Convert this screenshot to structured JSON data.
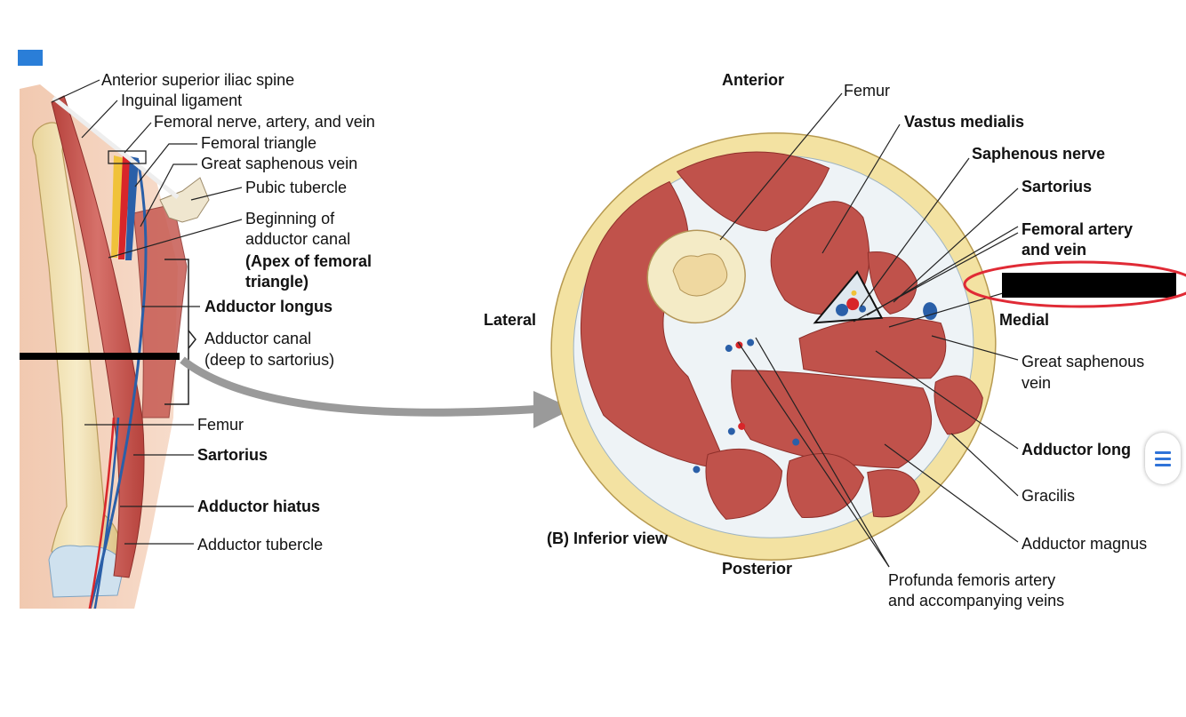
{
  "left_labels": {
    "asis": "Anterior superior iliac spine",
    "inguinal": "Inguinal ligament",
    "fnav": "Femoral nerve, artery, and vein",
    "ftri": "Femoral triangle",
    "gsv": "Great saphenous vein",
    "pubic": "Pubic tubercle",
    "begin1": "Beginning of",
    "begin2": "adductor canal",
    "apex1": "(Apex of femoral",
    "apex2": "triangle)",
    "addlong": "Adductor longus",
    "canal1": "Adductor canal",
    "canal2": "(deep to sartorius)",
    "femur": "Femur",
    "sartorius": "Sartorius",
    "hiatus": "Adductor hiatus",
    "tubercle": "Adductor tubercle"
  },
  "right_labels": {
    "anterior": "Anterior",
    "posterior": "Posterior",
    "lateral": "Lateral",
    "medial": "Medial",
    "femur": "Femur",
    "vastus": "Vastus medialis",
    "saph_nerve": "Saphenous nerve",
    "sartorius": "Sartorius",
    "fav1": "Femoral artery",
    "fav2": "and vein",
    "gsv1": "Great saphenous",
    "gsv2": "vein",
    "addlong": "Adductor long",
    "gracilis": "Gracilis",
    "magnus": "Adductor magnus",
    "profunda1": "Profunda femoris artery",
    "profunda2": "and accompanying veins",
    "view": "(B) Inferior view"
  },
  "colors": {
    "muscle": "#c0524b",
    "muscle_edge": "#8e2f2a",
    "fascia": "#eef3f6",
    "skin_fat": "#f3e2a2",
    "bone": "#f4ebc6",
    "artery": "#d8262a",
    "vein": "#2a5fa8",
    "highlight_circle": "#e02a35",
    "arrow": "#9a9a9a"
  },
  "icons": [
    "hamburger-menu-icon"
  ]
}
